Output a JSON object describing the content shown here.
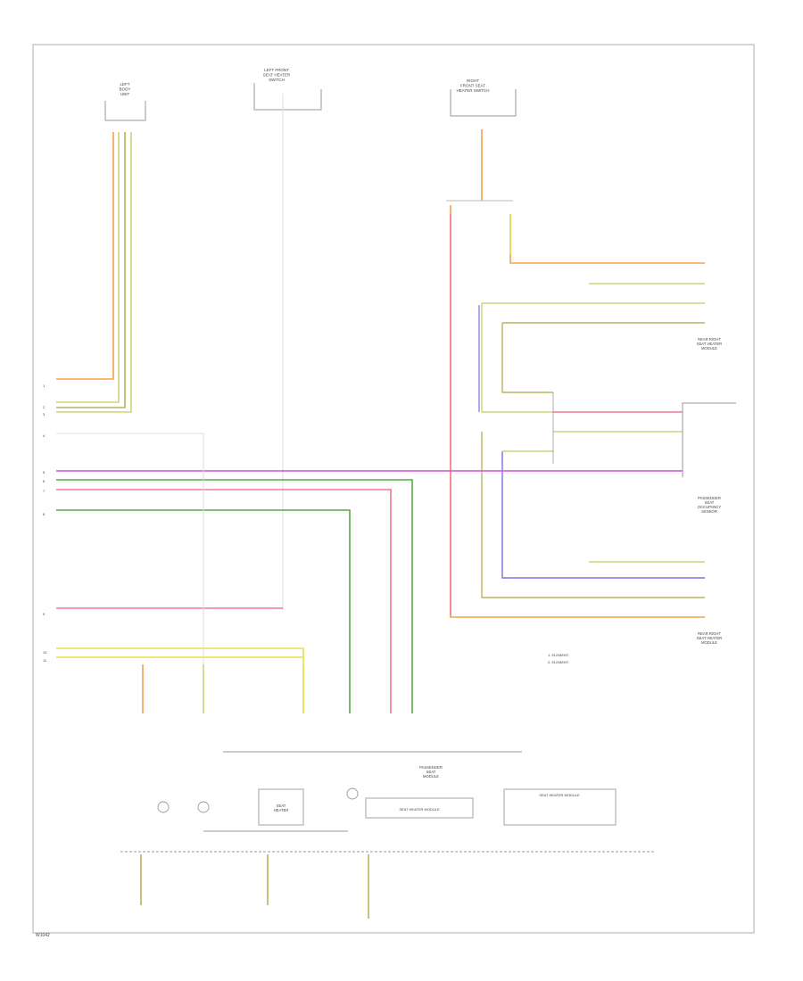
{
  "frame": {
    "code": "W1042"
  },
  "components": {
    "left_connector": {
      "label": "LEFT\nBODY\nUNIT"
    },
    "top_center_connector": {
      "label": "LEFT FRONT\nSEAT HEATER\nSWITCH"
    },
    "top_right_connector": {
      "label": "RIGHT\nFRONT SEAT\nHEATER SWITCH"
    },
    "right_front_seat": {
      "label": "REAR RIGHT\nSEAT HEATER\nMODULE"
    },
    "seat_module": {
      "label": "PASSENGER\nSEAT\nOCCUPANCY\nSENSOR"
    },
    "rear_right_seat": {
      "label": "REAR RIGHT\nSEAT HEATER\nMODULE"
    },
    "seat_heater": {
      "label": "SEAT\nHEATER"
    },
    "passenger_module": {
      "label": "PASSENGER\nSEAT\nMODULE"
    },
    "box_left": {
      "label": "SEAT HEATER MODULE"
    },
    "box_right": {
      "label": "SEAT HEATER MODULE"
    }
  },
  "pins": {
    "left_stack": [
      "1",
      "2",
      "3",
      "4",
      "5",
      "6",
      "7",
      "8",
      "9",
      "10",
      "11"
    ],
    "legend": [
      "1: ELEMENT",
      "2: ELEMENT"
    ]
  },
  "wires": {
    "orange": "#f5a04a",
    "yellow_green": "#cfd27a",
    "khaki": "#b9b45a",
    "pink": "#f07890",
    "magenta": "#d24fd8",
    "green": "#5aa84a",
    "yellow": "#e6e04a",
    "violet": "#7a70e0",
    "gray": "#999999"
  }
}
